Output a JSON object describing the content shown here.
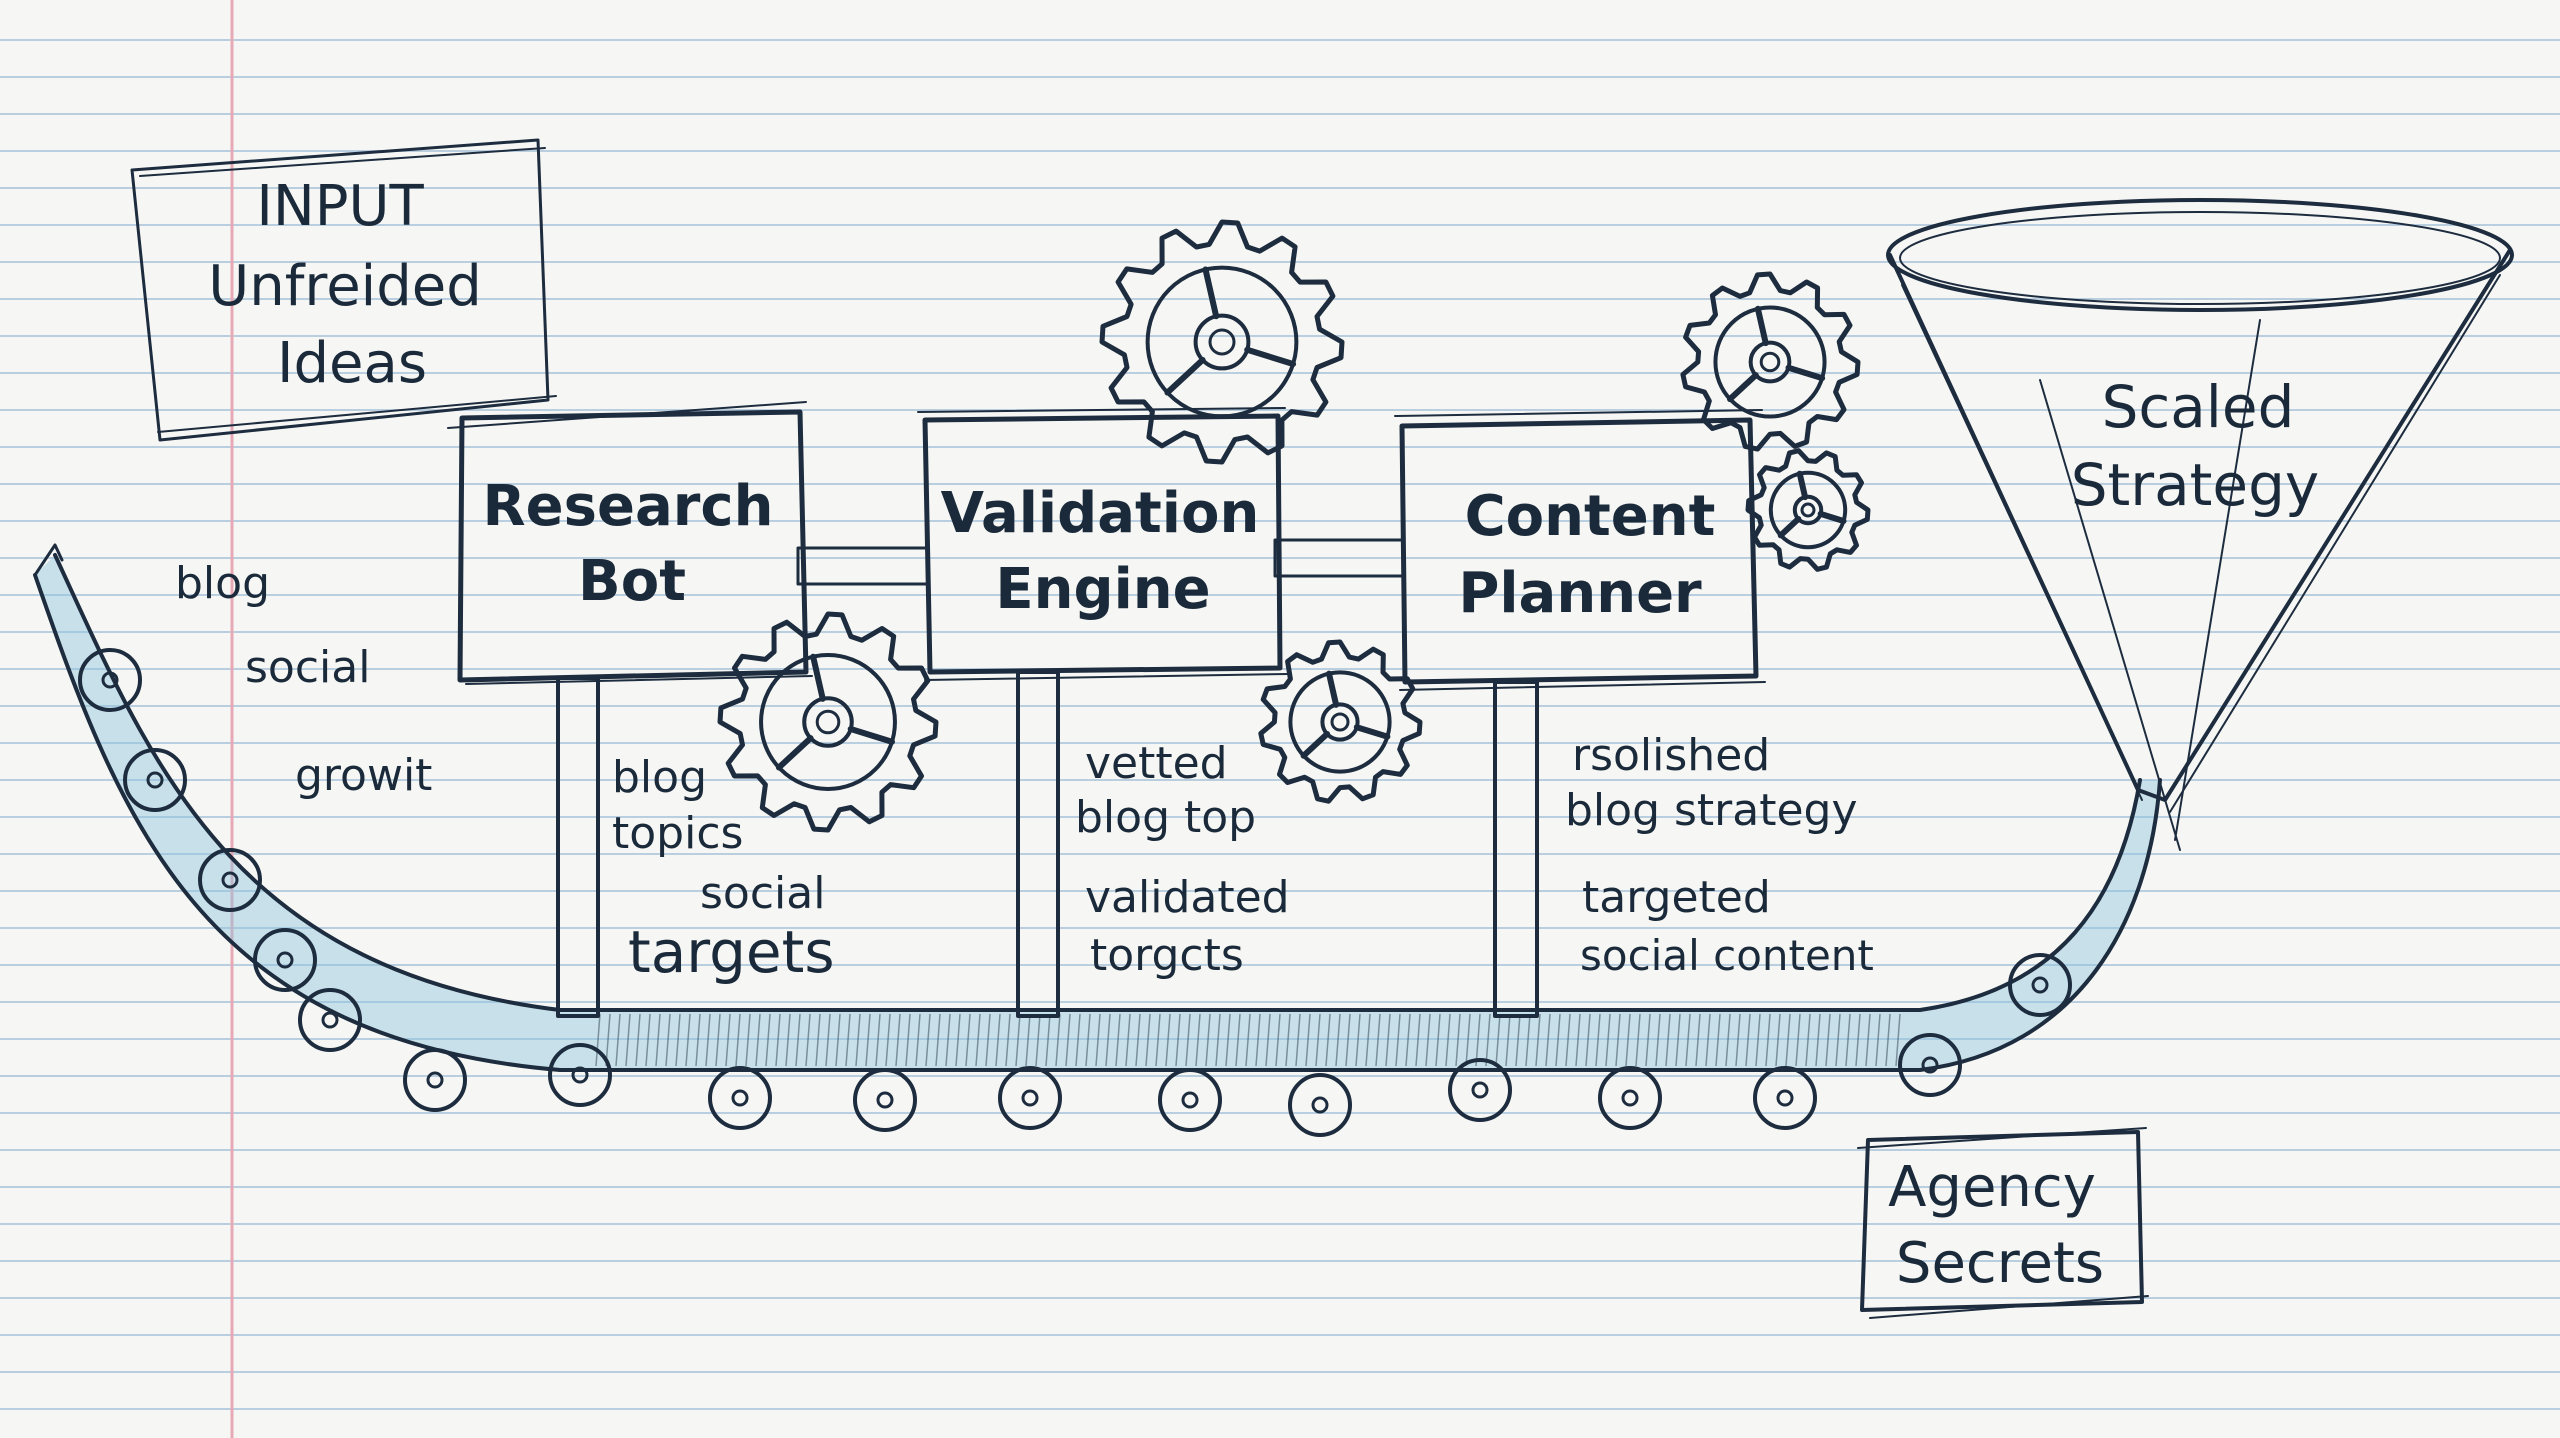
{
  "colors": {
    "paper": "#f6f7f4",
    "rule_line": "#b9cfe0",
    "margin_line": "#e7a9b6",
    "ink": "#1d2c3e",
    "blue_wash": "#8fc3dd"
  },
  "input_box": {
    "line1": "INPUT",
    "line2": "Unfreided",
    "line3": "Ideas"
  },
  "input_items": [
    "blog",
    "social",
    "growit"
  ],
  "stages": [
    {
      "line1": "Research",
      "line2": "Bot",
      "outputs": [
        "blog",
        "topics",
        "social",
        "targets"
      ]
    },
    {
      "line1": "Validation",
      "line2": "Engine",
      "outputs": [
        "vetted",
        "blog top",
        "validated",
        "torgcts"
      ]
    },
    {
      "line1": "Content",
      "line2": "Planner",
      "outputs": [
        "rsolished",
        "blog strategy",
        "targeted",
        "social content"
      ]
    }
  ],
  "funnel": {
    "line1": "Scaled",
    "line2": "Strategy"
  },
  "secrets_box": {
    "line1": "Agency",
    "line2": "Secrets"
  }
}
